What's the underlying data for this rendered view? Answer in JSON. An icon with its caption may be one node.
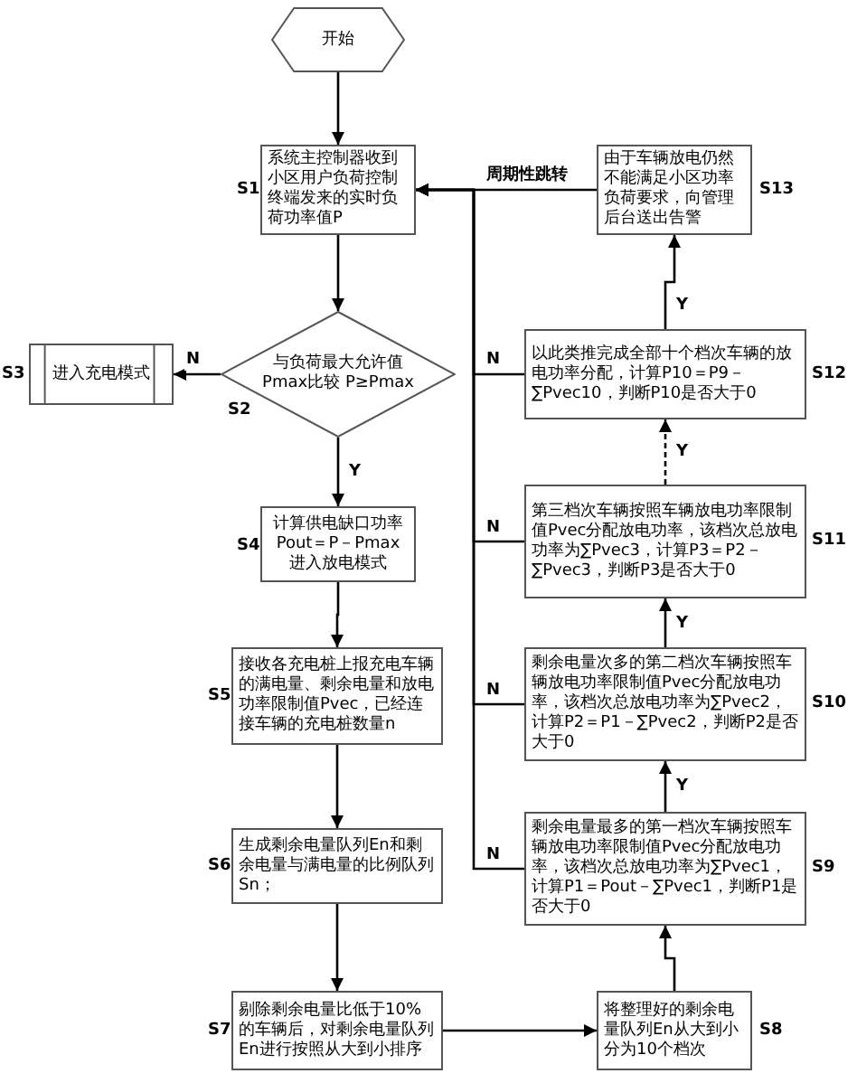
{
  "diagram": {
    "nodes": [
      {
        "text": [
          "开始"
        ]
      },
      {
        "text": [
          "系统主控制器收到小区用户负荷控制终端发来的实时负荷功率值P"
        ],
        "beside": [
          "S1"
        ]
      },
      {
        "text": [
          "与负荷最大允许值Pmax比较 P≥Pmax"
        ],
        "beside": [
          "S2"
        ]
      },
      {
        "text": [
          "进入充电模式"
        ],
        "beside": [
          "S3"
        ]
      },
      {
        "text": [
          "计算供电缺口功率 Pout＝P－Pmax 进入放电模式"
        ],
        "beside": [
          "S4"
        ]
      },
      {
        "text": [
          "接收各充电桩上报充电车辆的满电量、剩余电量和放电功率限制值Pvec，已经连接车辆的充电桩数量n"
        ],
        "beside": [
          "S5"
        ]
      },
      {
        "text": [
          "生成剩余电量队列En和剩余电量与满电量的比例队列Sn；"
        ],
        "beside": [
          "S6"
        ]
      },
      {
        "text": [
          "剔除剩余电量比低于10%的车辆后，对剩余电量队列En进行按照从大到小排序"
        ],
        "beside": [
          "S7"
        ]
      },
      {
        "text": [
          "将整理好的剩余电量队列En从大到小分为10个档次"
        ],
        "beside": [
          "S8"
        ]
      },
      {
        "text": [
          "剩余电量最多的第一档次车辆按照车辆放电功率限制值Pvec分配放电功率，该档次总放电功率为∑Pvec1，计算P1＝Pout－∑Pvec1，判断P1是否大于0"
        ],
        "beside": [
          "S9"
        ]
      },
      {
        "text": [
          "剩余电量次多的第二档次车辆按照车辆放电功率限制值Pvec分配放电功率，该档次总放电功率为∑Pvec2，计算P2＝P1－∑Pvec2，判断P2是否大于0"
        ],
        "beside": [
          "S10"
        ]
      },
      {
        "text": [
          "第三档次车辆按照车辆放电功率限制值Pvec分配放电功率，该档次总放电功率为∑Pvec3，计算P3＝P2－∑Pvec3，判断P3是否大于0"
        ],
        "beside": [
          "S11"
        ]
      },
      {
        "text": [
          "以此类推完成全部十个档次车辆的放电功率分配，计算P10＝P9－∑Pvec10，判断P10是否大于0"
        ],
        "beside": [
          "S12"
        ]
      },
      {
        "text": [
          "由于车辆放电仍然不能满足小区功率负荷要求，向管理后台送出告警"
        ],
        "beside": [
          "S13"
        ]
      }
    ],
    "edges": [
      {
        "from": 0,
        "to": 1,
        "arrow": "to"
      },
      {
        "from": 1,
        "to": 2,
        "arrow": "to"
      },
      {
        "from": 2,
        "to": 3,
        "arrow": "to",
        "label": "N"
      },
      {
        "from": 2,
        "to": 4,
        "arrow": "to",
        "label": "Y"
      },
      {
        "from": 4,
        "to": 5,
        "arrow": "to"
      },
      {
        "from": 5,
        "to": 6,
        "arrow": "to"
      },
      {
        "from": 6,
        "to": 7,
        "arrow": "to"
      },
      {
        "from": 7,
        "to": 8,
        "arrow": "to"
      },
      {
        "from": 8,
        "to": 9,
        "arrow": "to"
      },
      {
        "from": 9,
        "to": 10,
        "arrow": "to",
        "label": "Y"
      },
      {
        "from": 10,
        "to": 11,
        "arrow": "to",
        "label": "Y"
      },
      {
        "from": 11,
        "to": 12,
        "arrow": "to",
        "label": "Y",
        "style": "dashed"
      },
      {
        "from": 12,
        "to": 13,
        "arrow": "to",
        "label": "Y"
      },
      {
        "from": 13,
        "to": 1,
        "arrow": "to",
        "label": "周期性跳转"
      },
      {
        "from": 12,
        "to": 1,
        "arrow": "to",
        "label": "N"
      },
      {
        "from": 11,
        "to": 1,
        "arrow": "to",
        "label": "N"
      },
      {
        "from": 10,
        "to": 1,
        "arrow": "to",
        "label": "N"
      },
      {
        "from": 9,
        "to": 1,
        "arrow": "to",
        "label": "N"
      }
    ]
  }
}
